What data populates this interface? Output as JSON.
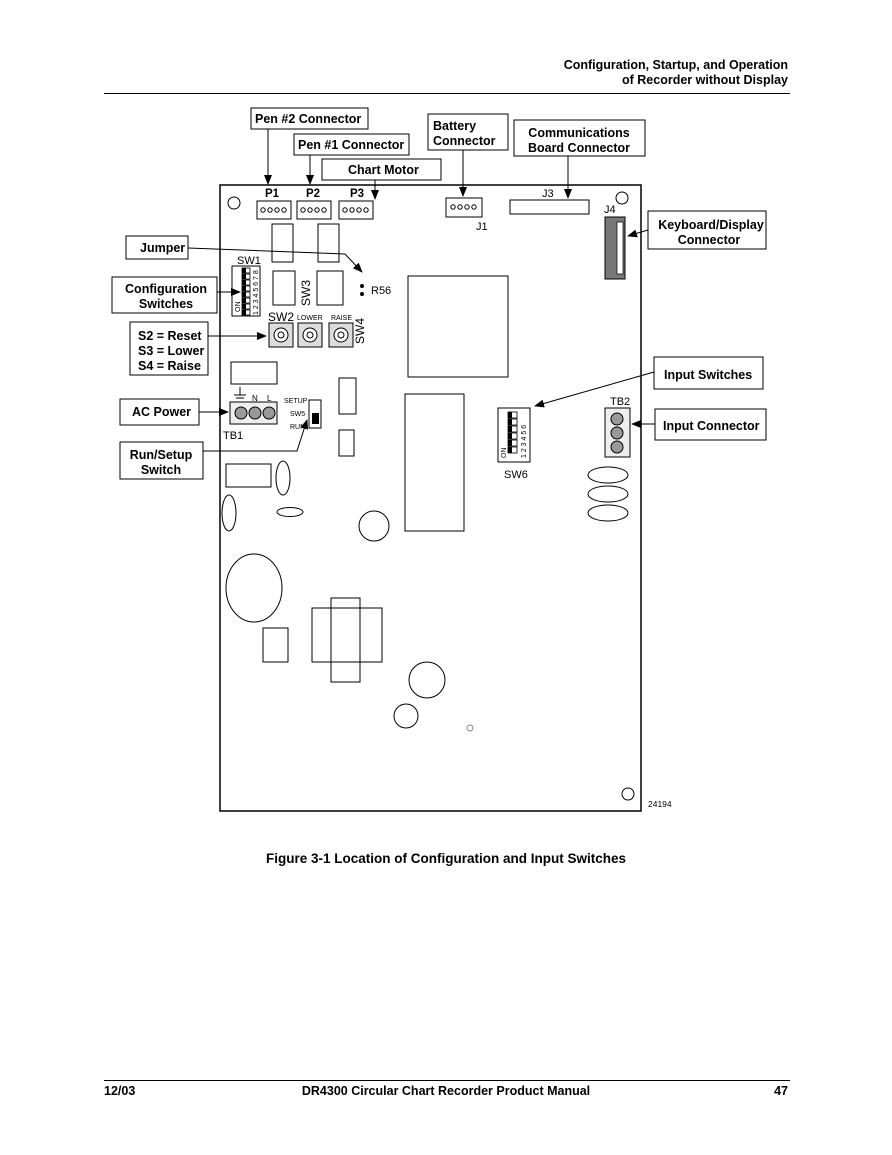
{
  "header": {
    "line1": "Configuration, Startup, and Operation",
    "line2": "of Recorder without Display"
  },
  "figure": {
    "callouts": {
      "pen2": "Pen #2 Connector",
      "pen1": "Pen #1 Connector",
      "chart_motor": "Chart Motor",
      "battery_l1": "Battery",
      "battery_l2": "Connector",
      "comm_l1": "Communications",
      "comm_l2": "Board Connector",
      "keyboard_l1": "Keyboard/Display",
      "keyboard_l2": "Connector",
      "jumper": "Jumper",
      "config_l1": "Configuration",
      "config_l2": "Switches",
      "s2": "S2 = Reset",
      "s3": "S3 = Lower",
      "s4": "S4 = Raise",
      "input_switches": "Input Switches",
      "ac_power": "AC Power",
      "input_connector": "Input Connector",
      "runsetup_l1": "Run/Setup",
      "runsetup_l2": "Switch"
    },
    "board_labels": {
      "p1": "P1",
      "p2": "P2",
      "p3": "P3",
      "j1": "J1",
      "j3": "J3",
      "j4": "J4",
      "sw1": "SW1",
      "sw2": "SW2",
      "sw3": "SW3",
      "sw4": "SW4",
      "sw5": "SW5",
      "sw6": "SW6",
      "r56": "R56",
      "tb1": "TB1",
      "tb2": "TB2",
      "lower": "LOWER",
      "raise": "RAISE",
      "setup": "SETUP",
      "run": "RUN",
      "n": "N",
      "l": "L",
      "on": "ON",
      "sw1_nums": "1 2 3 4 5 6 7 8",
      "sw6_nums": "1 2 3 4 5 6",
      "fig_number": "24194"
    }
  },
  "caption": "Figure 3-1  Location of Configuration and Input Switches",
  "footer": {
    "date": "12/03",
    "title": "DR4300 Circular Chart Recorder Product Manual",
    "page": "47"
  }
}
